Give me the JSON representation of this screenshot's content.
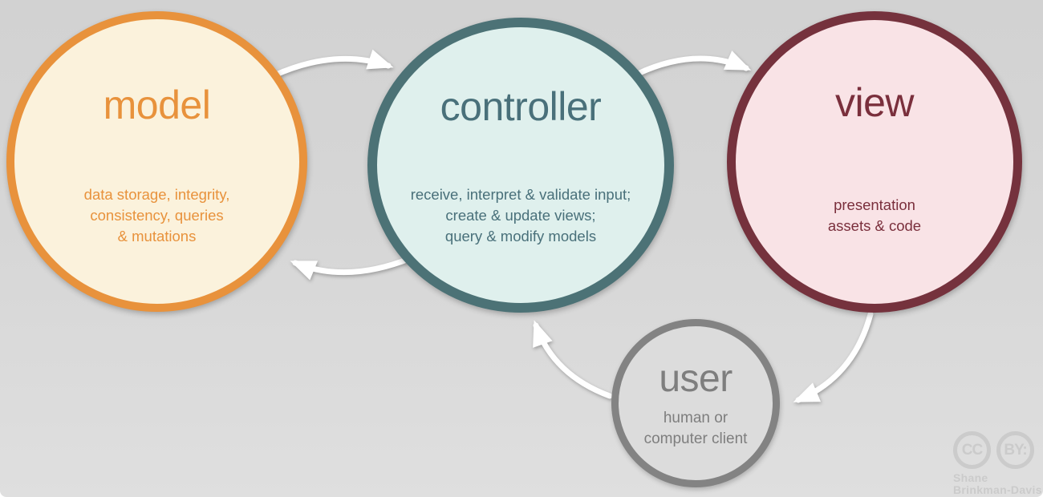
{
  "diagram": {
    "type": "mvc-architecture-cycle",
    "background_top_color": "#d2d2d2",
    "background_bottom_color": "#dfdfdf",
    "arrow_color": "#ffffff",
    "nodes": {
      "model": {
        "title": "model",
        "lines": [
          "data storage, integrity,",
          "consistency, queries",
          "& mutations"
        ],
        "border_color": "#e8923c",
        "fill_color": "#fbf2dc",
        "text_color": "#e8923c"
      },
      "controller": {
        "title": "controller",
        "lines": [
          "receive, interpret & validate input;",
          "create & update views;",
          "query & modify models"
        ],
        "border_color": "#4c7276",
        "fill_color": "#dff0ed",
        "text_color": "#49707a"
      },
      "view": {
        "title": "view",
        "lines": [
          "presentation",
          "assets & code"
        ],
        "border_color": "#75323d",
        "fill_color": "#f9e3e6",
        "text_color": "#7a2f3c"
      },
      "user": {
        "title": "user",
        "lines": [
          "human or",
          "computer client"
        ],
        "border_color": "#838383",
        "fill_color": "#dcdcdc",
        "text_color": "#7e7e7e"
      }
    },
    "edges": [
      {
        "from": "model",
        "to": "controller"
      },
      {
        "from": "controller",
        "to": "view"
      },
      {
        "from": "controller",
        "to": "model"
      },
      {
        "from": "view",
        "to": "user"
      },
      {
        "from": "user",
        "to": "controller"
      }
    ]
  },
  "attribution": {
    "cc_label": "CC",
    "by_label": "BY:",
    "name_line1": "Shane",
    "name_line2": "Brinkman-Davis",
    "color": "#cbcbcb"
  }
}
